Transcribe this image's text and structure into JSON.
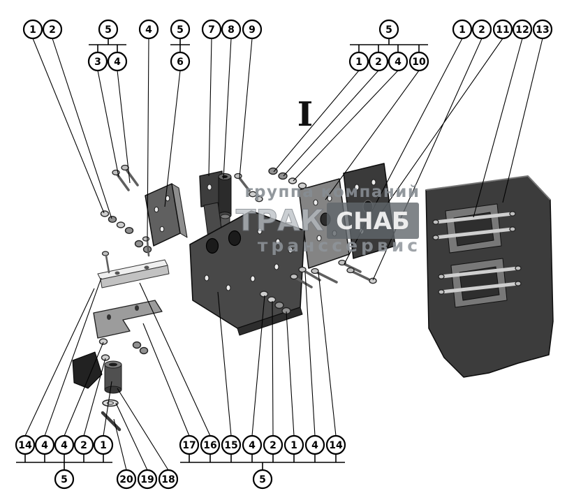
{
  "diagram": {
    "section_label": "I",
    "watermark": {
      "line_top": "группа компаний",
      "brand_left": "ТРАК",
      "brand_right": "СНАБ",
      "line_bottom": "транссервис"
    }
  },
  "balloons": [
    "1",
    "2",
    "5",
    "3",
    "4",
    "4",
    "5",
    "6",
    "7",
    "8",
    "9",
    "5",
    "1",
    "2",
    "4",
    "10",
    "1",
    "2",
    "11",
    "12",
    "13",
    "14",
    "4",
    "4",
    "2",
    "1",
    "5",
    "20",
    "19",
    "18",
    "17",
    "16",
    "15",
    "4",
    "2",
    "1",
    "4",
    "14",
    "5"
  ]
}
